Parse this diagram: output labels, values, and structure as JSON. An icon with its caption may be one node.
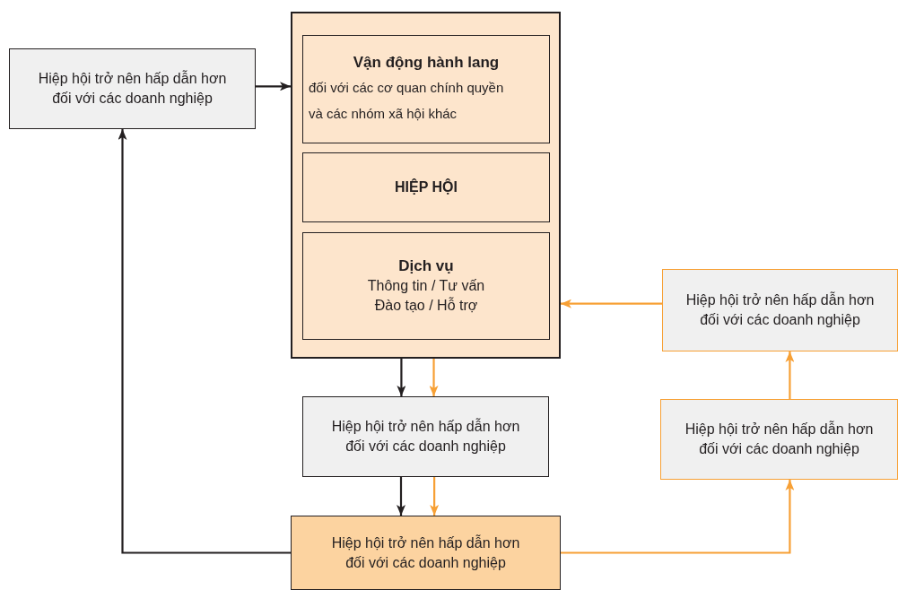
{
  "diagram": {
    "nodes": [
      {
        "text": [],
        "shape": "box"
      },
      {
        "text": [
          "Vận động hành lang",
          "đối với các cơ quan chính quyền và các nhóm xã hội khác"
        ],
        "in": 0
      },
      {
        "text": [
          "HIỆP HỘI"
        ],
        "in": 0
      },
      {
        "text": [
          "Dịch vụ",
          "Thông tin / Tư vấn Đào tạo / Hỗ trợ"
        ],
        "in": 0
      },
      {
        "text": [
          "Hiệp hội trở nên hấp dẫn hơn đối với các doanh nghiệp"
        ]
      },
      {
        "text": [
          "Hiệp hội trở nên hấp dẫn hơn đối với các doanh nghiệp"
        ]
      },
      {
        "text": [
          "Hiệp hội trở nên hấp dẫn hơn đối với các doanh nghiệp"
        ]
      },
      {
        "text": [
          "Hiệp hội trở nên hấp dẫn hơn đối với các doanh nghiệp"
        ]
      },
      {
        "text": [
          "Hiệp hội trở nên hấp dẫn hơn đối với các doanh nghiệp"
        ]
      }
    ],
    "edges": [
      {
        "from": 4,
        "to": 0,
        "arrow": "to",
        "color": "#231f20"
      },
      {
        "from": 0,
        "to": 5,
        "arrow": "to",
        "color": "#231f20"
      },
      {
        "from": 0,
        "to": 5,
        "arrow": "to"
      },
      {
        "from": 5,
        "to": 6,
        "arrow": "to",
        "color": "#231f20"
      },
      {
        "from": 5,
        "to": 6,
        "arrow": "to"
      },
      {
        "from": 6,
        "to": 4,
        "arrow": "to",
        "color": "#231f20"
      },
      {
        "from": 6,
        "to": 8,
        "arrow": "to"
      },
      {
        "from": 8,
        "to": 7,
        "arrow": "to"
      },
      {
        "from": 7,
        "to": 0,
        "arrow": "to"
      }
    ]
  }
}
